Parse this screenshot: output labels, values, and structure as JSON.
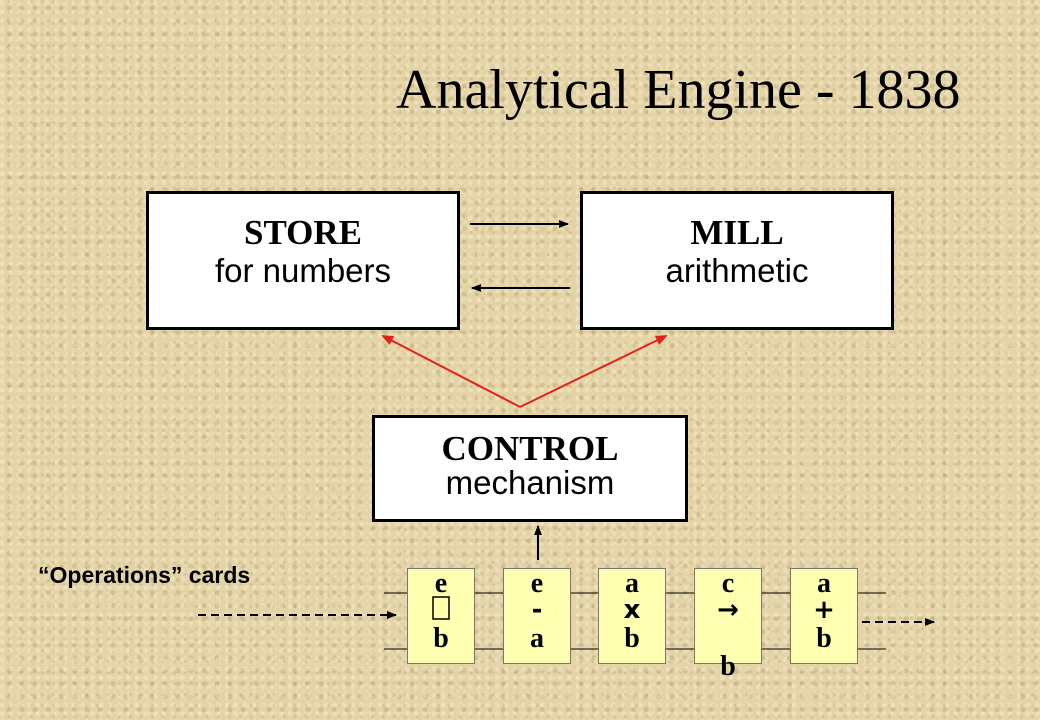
{
  "title": "Analytical Engine - 1838",
  "store": {
    "head": "STORE",
    "sub": "for numbers"
  },
  "mill": {
    "head": "MILL",
    "sub": "arithmetic"
  },
  "control": {
    "head": "CONTROL",
    "sub": "mechanism"
  },
  "cards_label": "“Operations” cards",
  "cards": [
    {
      "top": "e",
      "op": "",
      "bottom": "b"
    },
    {
      "top": "e",
      "op": "-",
      "bottom": "a"
    },
    {
      "top": "a",
      "op": "x",
      "bottom": "b"
    },
    {
      "top": "c",
      "op": "→",
      "bottom": "b"
    },
    {
      "top": "a",
      "op": "+",
      "bottom": "b"
    }
  ],
  "colors": {
    "control_arrows": "#e0231b",
    "card_fill": "#ffffb2"
  }
}
